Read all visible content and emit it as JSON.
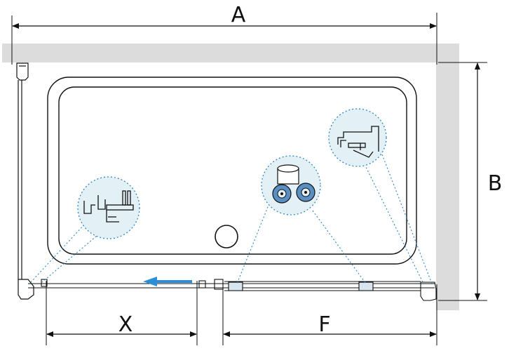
{
  "labels": {
    "overall_width": "A",
    "depth": "B",
    "opening": "X",
    "fixed_panel": "F"
  },
  "icons": {
    "slide_direction": "arrow-left-icon",
    "roller_detail": "roller-wheels-icon",
    "wall_profile_detail": "wall-profile-icon",
    "corner_profile_detail": "corner-profile-icon",
    "drain": "drain-icon"
  },
  "colors": {
    "line": "#111111",
    "wall": "#dcdcdc",
    "callout_fill": "#e3f1f6",
    "callout_dots": "#2f86c8",
    "arrow": "#2b8fd8",
    "roller": "#5a8fc4"
  }
}
